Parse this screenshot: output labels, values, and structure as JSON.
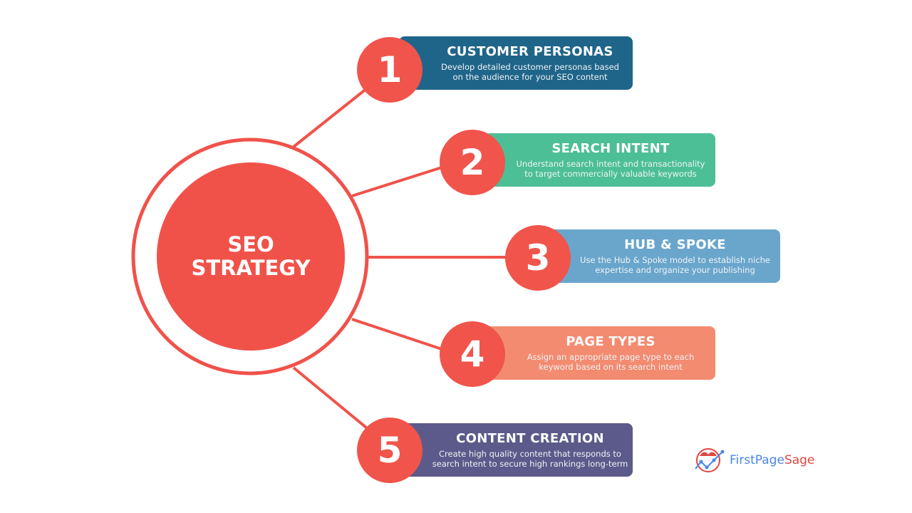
{
  "center": {
    "line1": "SEO",
    "line2": "STRATEGY"
  },
  "steps": [
    {
      "number": "1",
      "title": "CUSTOMER PERSONAS",
      "desc1": "Develop detailed customer personas based",
      "desc2": "on the audience for your SEO content",
      "color": "#1f6589"
    },
    {
      "number": "2",
      "title": "SEARCH INTENT",
      "desc1": "Understand search intent and transactionality",
      "desc2": "to target commercially valuable keywords",
      "color": "#4dbf96"
    },
    {
      "number": "3",
      "title": "HUB & SPOKE",
      "desc1": "Use the Hub & Spoke model to establish niche",
      "desc2": "expertise and organize your publishing",
      "color": "#6aa6cc"
    },
    {
      "number": "4",
      "title": "PAGE TYPES",
      "desc1": "Assign an appropriate page type to each",
      "desc2": "keyword based on its search intent",
      "color": "#f38b70"
    },
    {
      "number": "5",
      "title": "CONTENT CREATION",
      "desc1": "Create high quality content that responds to",
      "desc2": "search intent to secure high rankings long-term",
      "color": "#5b5a8a"
    }
  ],
  "logo": {
    "part1": "FirstPage",
    "part2": "Sage"
  },
  "accent": "#f0524a"
}
